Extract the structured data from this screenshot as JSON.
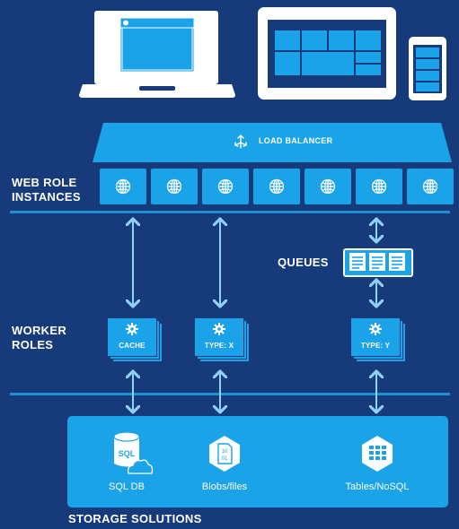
{
  "devices": {
    "laptop_icon": "laptop-icon",
    "tablet_icon": "tablet-icon",
    "phone_icon": "phone-icon"
  },
  "load_balancer": {
    "label": "LOAD BALANCER",
    "icon": "network-arrows-icon"
  },
  "web_roles": {
    "label_line1": "WEB ROLE",
    "label_line2": "INSTANCES",
    "instance_icon": "globe-icon",
    "instance_count": 7
  },
  "queues": {
    "label": "QUEUES",
    "icon": "document-icon"
  },
  "worker_roles": {
    "label_line1": "WORKER",
    "label_line2": "ROLES",
    "roles": [
      {
        "label": "CACHE",
        "icon": "gear-icon"
      },
      {
        "label": "TYPE: X",
        "icon": "gear-icon"
      },
      {
        "label": "TYPE: Y",
        "icon": "gear-icon"
      }
    ]
  },
  "storage": {
    "section_label": "STORAGE SOLUTIONS",
    "items": [
      {
        "label": "SQL DB",
        "icon": "sql-database-icon",
        "icon_text": "SQL"
      },
      {
        "label": "Blobs/files",
        "icon": "binary-file-icon",
        "icon_text": "10 01"
      },
      {
        "label": "Tables/NoSQL",
        "icon": "table-grid-icon"
      }
    ]
  },
  "colors": {
    "background": "#173a7a",
    "accent": "#1aa3e8",
    "arrow": "#8ed3f5",
    "text": "#ffffff"
  }
}
